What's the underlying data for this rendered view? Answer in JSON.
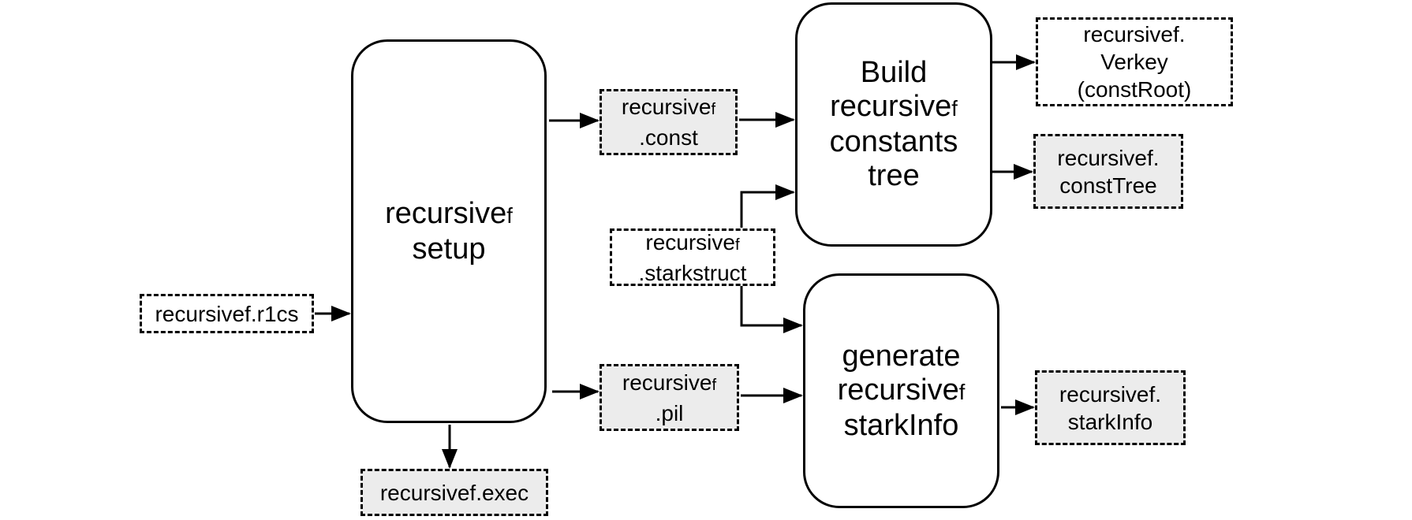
{
  "diagram": {
    "colors": {
      "background": "#ffffff",
      "stroke": "#000000",
      "artifact_fill_gray": "#ececec",
      "artifact_fill_white": "#ffffff",
      "text": "#000000"
    },
    "nodes": {
      "r1cs": {
        "kind": "file",
        "fill": "white",
        "l1": "recursivef.r1cs"
      },
      "setup": {
        "kind": "process",
        "fill": "white",
        "l1": "recursive",
        "l1sub": "f",
        "l2": "setup"
      },
      "exec": {
        "kind": "file",
        "fill": "gray",
        "l1": "recursivef.exec"
      },
      "const": {
        "kind": "file",
        "fill": "gray",
        "l1": "recursive",
        "l1sub": "f",
        "l2": ".const"
      },
      "starkstruct": {
        "kind": "file",
        "fill": "white",
        "l1": "recursive",
        "l1sub": "f",
        "l2": ".starkstruct"
      },
      "pil": {
        "kind": "file",
        "fill": "gray",
        "l1": "recursive",
        "l1sub": "f",
        "l2": ".pil"
      },
      "build": {
        "kind": "process",
        "fill": "white",
        "l1": "Build",
        "l2": "recursive",
        "l2sub": "f",
        "l3": "constants",
        "l4": "tree"
      },
      "generate": {
        "kind": "process",
        "fill": "white",
        "l1": "generate",
        "l2": "recursive",
        "l2sub": "f",
        "l3": "starkInfo"
      },
      "verkey": {
        "kind": "file",
        "fill": "white",
        "l1": "recursivef.",
        "l2": "Verkey",
        "l3": "(constRoot)"
      },
      "consttree": {
        "kind": "file",
        "fill": "gray",
        "l1": "recursivef.",
        "l2": "constTree"
      },
      "starkinfo": {
        "kind": "file",
        "fill": "gray",
        "l1": "recursivef.",
        "l2": "starkInfo"
      }
    },
    "edges": [
      {
        "from": "r1cs",
        "to": "setup"
      },
      {
        "from": "setup",
        "to": "const"
      },
      {
        "from": "setup",
        "to": "pil"
      },
      {
        "from": "setup",
        "to": "exec"
      },
      {
        "from": "const",
        "to": "build"
      },
      {
        "from": "starkstruct",
        "to": "build"
      },
      {
        "from": "starkstruct",
        "to": "generate"
      },
      {
        "from": "pil",
        "to": "generate"
      },
      {
        "from": "build",
        "to": "verkey"
      },
      {
        "from": "build",
        "to": "consttree"
      },
      {
        "from": "generate",
        "to": "starkinfo"
      }
    ]
  }
}
